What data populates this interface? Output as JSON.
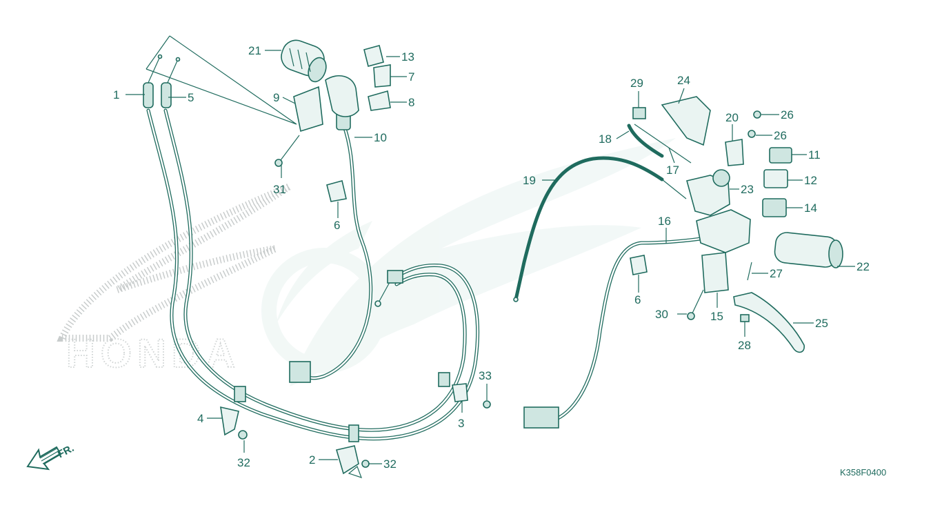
{
  "diagram": {
    "watermark": "HONDA",
    "direction_indicator": "FR.",
    "figure_code": "K358F0400",
    "callouts": [
      {
        "id": "1",
        "text": "1"
      },
      {
        "id": "2",
        "text": "2"
      },
      {
        "id": "3",
        "text": "3"
      },
      {
        "id": "4",
        "text": "4"
      },
      {
        "id": "5",
        "text": "5"
      },
      {
        "id": "6a",
        "text": "6"
      },
      {
        "id": "6b",
        "text": "6"
      },
      {
        "id": "7",
        "text": "7"
      },
      {
        "id": "8",
        "text": "8"
      },
      {
        "id": "9",
        "text": "9"
      },
      {
        "id": "10",
        "text": "10"
      },
      {
        "id": "11",
        "text": "11"
      },
      {
        "id": "12",
        "text": "12"
      },
      {
        "id": "13",
        "text": "13"
      },
      {
        "id": "14",
        "text": "14"
      },
      {
        "id": "15",
        "text": "15"
      },
      {
        "id": "16",
        "text": "16"
      },
      {
        "id": "17",
        "text": "17"
      },
      {
        "id": "18",
        "text": "18"
      },
      {
        "id": "19",
        "text": "19"
      },
      {
        "id": "20",
        "text": "20"
      },
      {
        "id": "21",
        "text": "21"
      },
      {
        "id": "22",
        "text": "22"
      },
      {
        "id": "23",
        "text": "23"
      },
      {
        "id": "24",
        "text": "24"
      },
      {
        "id": "25",
        "text": "25"
      },
      {
        "id": "26a",
        "text": "26"
      },
      {
        "id": "26b",
        "text": "26"
      },
      {
        "id": "27",
        "text": "27"
      },
      {
        "id": "28",
        "text": "28"
      },
      {
        "id": "29",
        "text": "29"
      },
      {
        "id": "30",
        "text": "30"
      },
      {
        "id": "31",
        "text": "31"
      },
      {
        "id": "32a",
        "text": "32"
      },
      {
        "id": "32b",
        "text": "32"
      },
      {
        "id": "33",
        "text": "33"
      }
    ]
  }
}
